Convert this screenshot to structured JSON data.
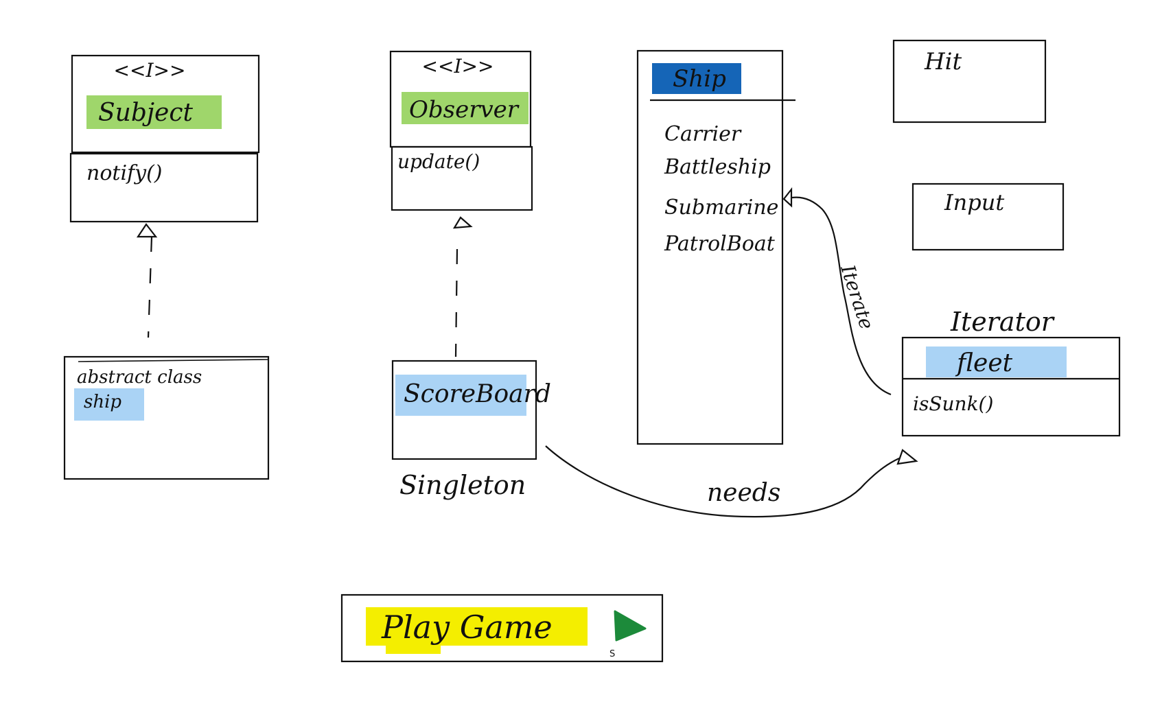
{
  "colors": {
    "green_highlight": "#9fd66b",
    "blue_highlight": "#aad3f5",
    "dark_blue_highlight": "#1565b7",
    "yellow_highlight": "#f4ee00",
    "play_icon": "#1c8a3a",
    "singleton_text": "#8c9aa4",
    "ink": "#111111"
  },
  "subject_box": {
    "stereotype": "<<I>>",
    "name": "Subject",
    "method": "notify()"
  },
  "observer_box": {
    "stereotype": "<<I>>",
    "name": "Observer",
    "method": "update()"
  },
  "ship_enum_box": {
    "name": "Ship",
    "values": [
      "Carrier",
      "Battleship",
      "Submarine",
      "PatrolBoat"
    ]
  },
  "hit_box": {
    "name": "Hit"
  },
  "input_box": {
    "name": "Input"
  },
  "iterator_box": {
    "label": "Iterator",
    "name": "fleet",
    "method": "isSunk()"
  },
  "abstract_ship_box": {
    "keyword": "abstract class",
    "name": "ship"
  },
  "scoreboard_box": {
    "name": "ScoreBoard",
    "pattern": "Singleton"
  },
  "relations": {
    "iterate_label": "Iterate",
    "needs_label": "needs"
  },
  "play_button": {
    "label": "Play Game",
    "shortcut": "S",
    "icon": "play-icon"
  }
}
